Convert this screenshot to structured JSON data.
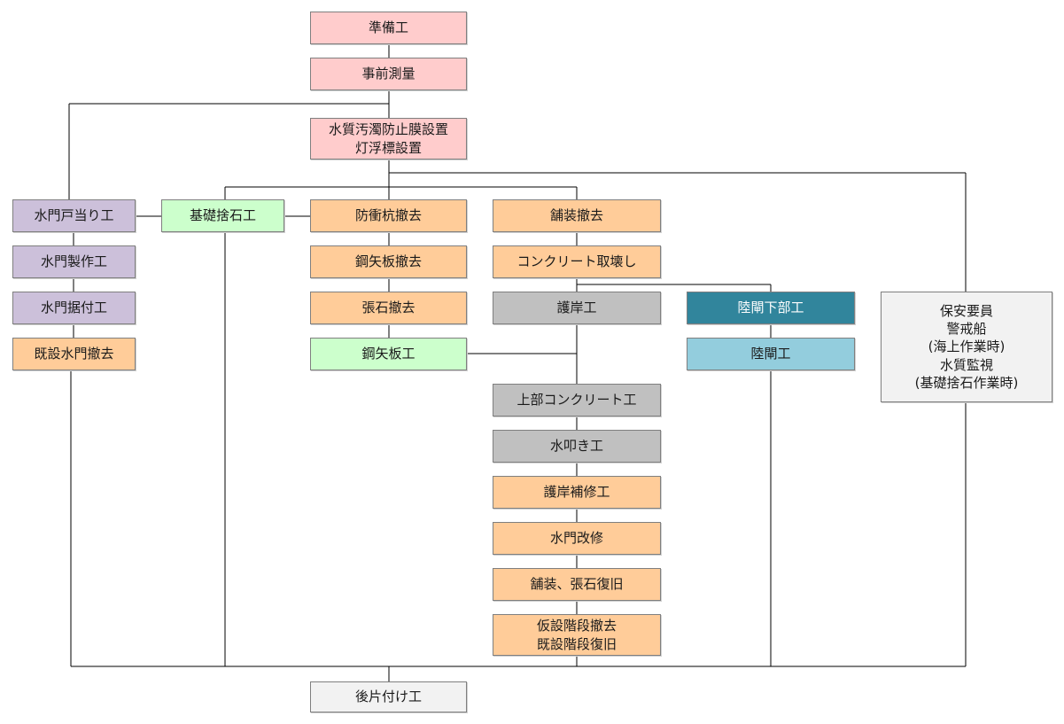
{
  "colors": {
    "pink": "#ffcccc",
    "orange": "#ffcc99",
    "purple": "#ccc0da",
    "green": "#ccffcc",
    "gray": "#c0c0c0",
    "teal": "#31859c",
    "lightblue": "#93cddd",
    "white": "#f2f2f2",
    "line": "#000000"
  },
  "nodes": {
    "prep": {
      "lines": [
        "準備工"
      ],
      "color": "pink"
    },
    "survey": {
      "lines": [
        "事前測量"
      ],
      "color": "pink"
    },
    "silt": {
      "lines": [
        "水質汚濁防止膜設置",
        "灯浮標設置"
      ],
      "color": "pink"
    },
    "gate_stop": {
      "lines": [
        "水門戸当り工"
      ],
      "color": "purple"
    },
    "gate_make": {
      "lines": [
        "水門製作工"
      ],
      "color": "purple"
    },
    "gate_install": {
      "lines": [
        "水門据付工"
      ],
      "color": "purple"
    },
    "gate_remove": {
      "lines": [
        "既設水門撤去"
      ],
      "color": "orange"
    },
    "rubble": {
      "lines": [
        "基礎捨石工"
      ],
      "color": "green"
    },
    "fender_remove": {
      "lines": [
        "防衝杭撤去"
      ],
      "color": "orange"
    },
    "sheet_remove": {
      "lines": [
        "鋼矢板撤去"
      ],
      "color": "orange"
    },
    "stone_remove": {
      "lines": [
        "張石撤去"
      ],
      "color": "orange"
    },
    "sheet_work": {
      "lines": [
        "鋼矢板工"
      ],
      "color": "green"
    },
    "pave_remove": {
      "lines": [
        "舗装撤去"
      ],
      "color": "orange"
    },
    "concrete_break": {
      "lines": [
        "コンクリート取壊し"
      ],
      "color": "orange"
    },
    "revetment": {
      "lines": [
        "護岸工"
      ],
      "color": "gray"
    },
    "upper_concrete": {
      "lines": [
        "上部コンクリート工"
      ],
      "color": "gray"
    },
    "apron": {
      "lines": [
        "水叩き工"
      ],
      "color": "gray"
    },
    "revet_repair": {
      "lines": [
        "護岸補修工"
      ],
      "color": "orange"
    },
    "gate_repair": {
      "lines": [
        "水門改修"
      ],
      "color": "orange"
    },
    "pave_restore": {
      "lines": [
        "舗装、張石復旧"
      ],
      "color": "orange"
    },
    "stairs": {
      "lines": [
        "仮設階段撤去",
        "既設階段復旧"
      ],
      "color": "orange"
    },
    "landlock_sub": {
      "lines": [
        "陸閘下部工"
      ],
      "color": "teal"
    },
    "landlock": {
      "lines": [
        "陸閘工"
      ],
      "color": "lightblue"
    },
    "safety": {
      "lines": [
        "保安要員",
        "警戒船",
        "(海上作業時)",
        "水質監視",
        "(基礎捨石作業時)"
      ],
      "color": "white"
    },
    "cleanup": {
      "lines": [
        "後片付け工"
      ],
      "color": "white"
    }
  }
}
